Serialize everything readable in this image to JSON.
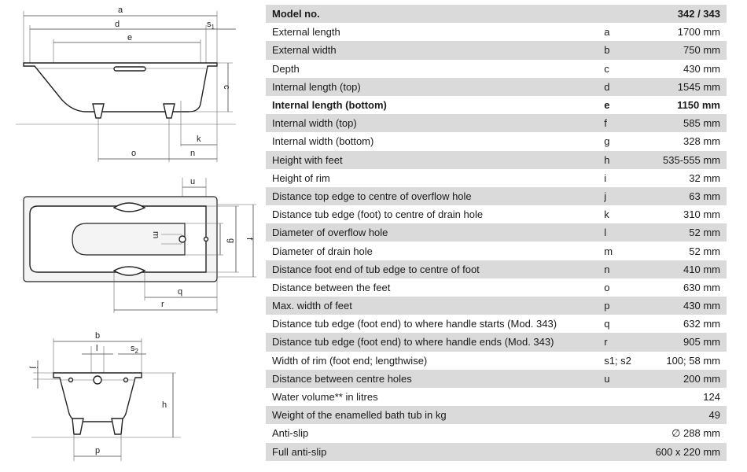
{
  "diagram_labels": {
    "top": {
      "a": "a",
      "d": "d",
      "e": "e",
      "s1": "s",
      "s1_sub": "1",
      "c": "c",
      "k": "k",
      "o": "o",
      "n": "n"
    },
    "plan": {
      "u": "u",
      "m": "m",
      "g": "g",
      "f": "f",
      "q": "q",
      "r": "r"
    },
    "end": {
      "b": "b",
      "l": "l",
      "s2": "s",
      "s2_sub": "2",
      "j": "j",
      "h": "h",
      "p": "p"
    }
  },
  "table": {
    "header": {
      "name": "Model no.",
      "symbol": "",
      "value": "342 / 343"
    },
    "rows": [
      {
        "name": "External length",
        "symbol": "a",
        "value": "1700 mm"
      },
      {
        "name": "External width",
        "symbol": "b",
        "value": "750 mm"
      },
      {
        "name": "Depth",
        "symbol": "c",
        "value": "430 mm"
      },
      {
        "name": "Internal length (top)",
        "symbol": "d",
        "value": "1545 mm"
      },
      {
        "name": "Internal length (bottom)",
        "symbol": "e",
        "value": "1150 mm",
        "bold": true
      },
      {
        "name": "Internal width (top)",
        "symbol": "f",
        "value": "585 mm"
      },
      {
        "name": "Internal width (bottom)",
        "symbol": "g",
        "value": "328 mm"
      },
      {
        "name": "Height with feet",
        "symbol": "h",
        "value": "535-555 mm"
      },
      {
        "name": "Height of rim",
        "symbol": "i",
        "value": "32 mm"
      },
      {
        "name": "Distance top edge to centre of overflow hole",
        "symbol": "j",
        "value": "63 mm"
      },
      {
        "name": "Distance tub edge (foot) to centre of drain hole",
        "symbol": "k",
        "value": "310 mm"
      },
      {
        "name": "Diameter of overflow hole",
        "symbol": "l",
        "value": "52 mm"
      },
      {
        "name": "Diameter of drain hole",
        "symbol": "m",
        "value": "52 mm"
      },
      {
        "name": "Distance foot end of tub edge to centre of foot",
        "symbol": "n",
        "value": "410 mm"
      },
      {
        "name": "Distance between the feet",
        "symbol": "o",
        "value": "630 mm"
      },
      {
        "name": "Max. width of feet",
        "symbol": "p",
        "value": "430 mm"
      },
      {
        "name": "Distance tub edge (foot end) to where handle starts (Mod. 343)",
        "symbol": "q",
        "value": "632 mm"
      },
      {
        "name": "Distance tub edge (foot end) to where handle ends (Mod. 343)",
        "symbol": "r",
        "value": "905 mm"
      },
      {
        "name": "Width of rim (foot end; lengthwise)",
        "symbol": "s1; s2",
        "value": "100; 58 mm"
      },
      {
        "name": "Distance between centre holes",
        "symbol": "u",
        "value": "200 mm"
      },
      {
        "name": "Water volume** in litres",
        "symbol": "",
        "value": "124"
      },
      {
        "name": "Weight of the enamelled bath tub in kg",
        "symbol": "",
        "value": "49"
      },
      {
        "name": "Anti-slip",
        "symbol": "",
        "value": "∅ 288 mm"
      },
      {
        "name": "Full anti-slip",
        "symbol": "",
        "value": "600 x 220 mm"
      }
    ]
  }
}
